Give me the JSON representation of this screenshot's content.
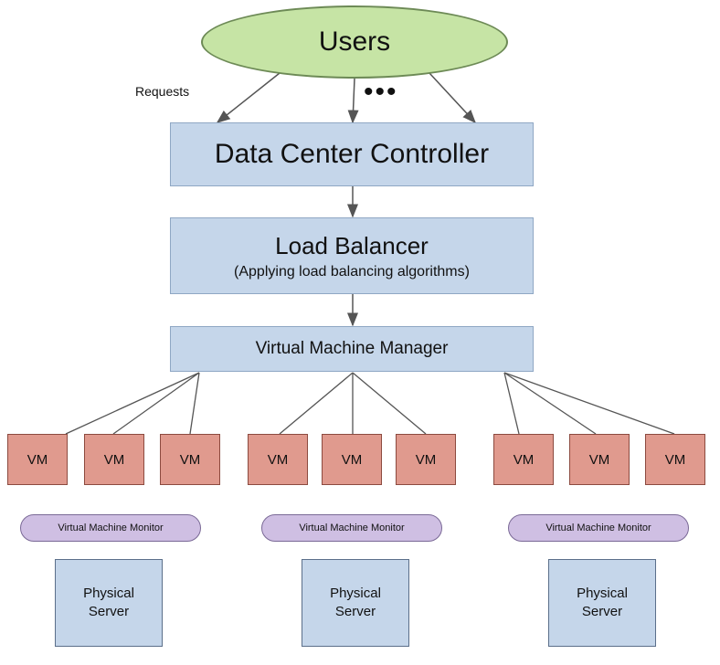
{
  "users": "Users",
  "requests_label": "Requests",
  "ellipsis": "•••",
  "data_center_controller": "Data Center Controller",
  "load_balancer": {
    "title": "Load Balancer",
    "subtitle": "(Applying load balancing algorithms)"
  },
  "virtual_machine_manager": "Virtual Machine Manager",
  "vm_label": "VM",
  "groups": [
    {
      "vms": [
        "VM",
        "VM",
        "VM"
      ],
      "monitor": "Virtual Machine Monitor",
      "server": [
        "Physical",
        "Server"
      ]
    },
    {
      "vms": [
        "VM",
        "VM",
        "VM"
      ],
      "monitor": "Virtual Machine Monitor",
      "server": [
        "Physical",
        "Server"
      ]
    },
    {
      "vms": [
        "VM",
        "VM",
        "VM"
      ],
      "monitor": "Virtual Machine Monitor",
      "server": [
        "Physical",
        "Server"
      ]
    }
  ],
  "colors": {
    "users_fill": "#c6e4a5",
    "box_fill": "#c5d6ea",
    "vm_fill": "#e09a8e",
    "monitor_fill": "#cfbfe3"
  }
}
